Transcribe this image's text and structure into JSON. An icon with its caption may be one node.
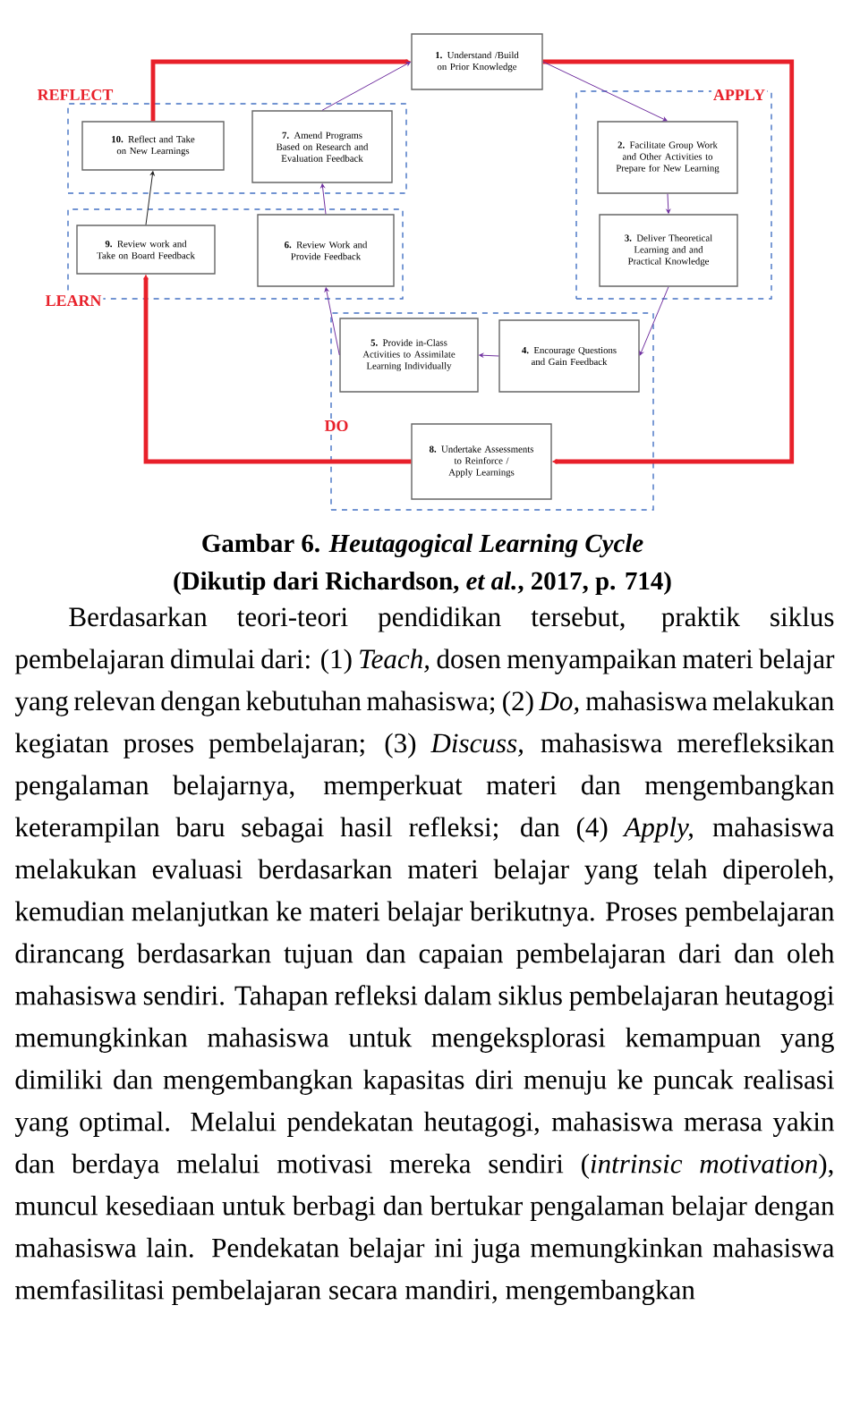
{
  "diagram": {
    "caption": "Gambar 6. *Heutagogical Learning Cycle*",
    "nodes": [
      {
        "text": [
          "**1.** Understand /Build on Prior Knowledge"
        ]
      },
      {
        "text": [
          "REFLECT"
        ]
      },
      {
        "text": [
          "**10.** Reflect and Take on New Learnings"
        ],
        "in": 1
      },
      {
        "text": [
          "**7.** Amend Programs Based on Research and Evaluation Feedback"
        ],
        "in": 1
      },
      {
        "text": [
          "APPLY"
        ]
      },
      {
        "text": [
          "**2.** Facilitate Group Work and Other Activities to Prepare for New Learning"
        ],
        "in": 4
      },
      {
        "text": [
          "**3.** Deliver Theoretical Learning and and Practical Knowledge"
        ],
        "in": 4
      },
      {
        "text": [
          "LEARN"
        ]
      },
      {
        "text": [
          "**9.** Review work and Take on Board Feedback"
        ],
        "in": 7
      },
      {
        "text": [
          "**6.** Review Work and Provide Feedback"
        ],
        "in": 7
      },
      {
        "text": [
          "DO"
        ]
      },
      {
        "text": [
          "**5.** Provide in-Class Activities to Assimilate Learning Individually"
        ],
        "in": 10
      },
      {
        "text": [
          "**4.** Encourage Questions and Gain Feedback"
        ],
        "in": 10
      },
      {
        "text": [
          "**8.** Undertake Assessments to Reinforce / Apply Learnings"
        ],
        "in": 10
      }
    ],
    "edges": [
      {
        "from": 2,
        "to": 0,
        "arrow": "to",
        "style": "thick",
        "color": "#e8202a"
      },
      {
        "from": 0,
        "to": 13,
        "arrow": "to",
        "style": "thick",
        "color": "#e8202a"
      },
      {
        "from": 13,
        "to": 8,
        "arrow": "to",
        "style": "thick",
        "color": "#e8202a"
      },
      {
        "from": 0,
        "to": 5,
        "arrow": "to"
      },
      {
        "from": 5,
        "to": 6,
        "arrow": "to"
      },
      {
        "from": 6,
        "to": 12,
        "arrow": "to"
      },
      {
        "from": 12,
        "to": 11,
        "arrow": "to"
      },
      {
        "from": 11,
        "to": 9,
        "arrow": "to"
      },
      {
        "from": 9,
        "to": 3,
        "arrow": "to"
      },
      {
        "from": 3,
        "to": 0,
        "arrow": "to"
      },
      {
        "from": 8,
        "to": 2,
        "arrow": "to",
        "color": "#222222"
      }
    ],
    "labels": [
      "(Dikutip dari Richardson, *et al.*, 2017, p. 714)",
      "Berdasarkan teori-teori pendidikan tersebut, praktik siklus pembelajaran dimulai dari: (1) *Teach,* dosen menyampaikan materi belajar yang relevan dengan kebutuhan mahasiswa; (2) *Do,* mahasiswa melakukan kegiatan proses pembelajaran; (3) *Discuss,* mahasiswa merefleksikan pengalaman belajarnya, memperkuat materi dan mengembangkan keterampilan baru sebagai hasil refleksi; dan (4) *Apply,* mahasiswa melakukan evaluasi berdasarkan materi belajar yang telah diperoleh, kemudian melanjutkan ke materi belajar berikutnya. Proses pembelajaran dirancang berdasarkan tujuan dan capaian pembelajaran dari dan oleh mahasiswa sendiri. Tahapan refleksi dalam siklus pembelajaran heutagogi memungkinkan mahasiswa untuk mengeksplorasi kemampuan yang dimiliki dan mengembangkan kapasitas diri menuju ke puncak realisasi yang optimal. Melalui pendekatan heutagogi, mahasiswa merasa yakin dan berdaya melalui motivasi mereka sendiri (*intrinsic motivation*), muncul kesediaan untuk berbagi dan bertukar pengalaman belajar dengan mahasiswa lain. Pendekatan belajar ini juga memungkinkan mahasiswa memfasilitasi pembelajaran secara mandiri, mengembangkan"
    ]
  }
}
